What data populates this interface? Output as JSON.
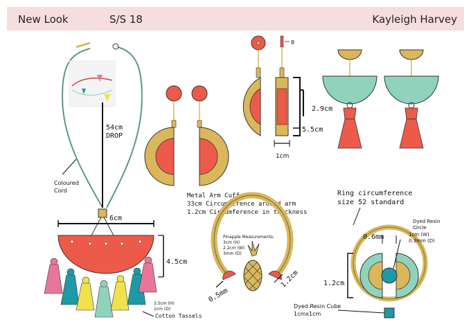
{
  "header": {
    "brand": "New Look",
    "season": "S/S 18",
    "designer": "Kayleigh Harvey"
  },
  "necklace": {
    "drop_label": "54cm",
    "drop_label_2": "DROP",
    "cord_label": "Coloured",
    "cord_label_2": "Cord",
    "width_label": "6cm",
    "height_label": "4.5cm",
    "tassel_dim_1": "3.5cm (H)",
    "tassel_dim_2": "1cm (D)",
    "tassel_label": "Cotton Tassels"
  },
  "earrings": {
    "stud_label": "8",
    "height_top": "2.9cm",
    "height_bottom": "5.5cm",
    "width_label": "1cm"
  },
  "cuff": {
    "title_1": "Metal Arm Cuff",
    "title_2": "33cm Circumference around arm",
    "title_3": "1.2cm Circumference in thickness",
    "pineapple_title": "Pinapple Measurements-",
    "pineapple_h": "3cm (H)",
    "pineapple_w": "2.2cm (W)",
    "pineapple_d": "3mm (D)",
    "end_width": "0.5mm",
    "end_height": "1.2cm"
  },
  "ring": {
    "title_1": "Ring circumference",
    "title_2": "size 52 standard",
    "gap_label": "0.6mm",
    "circle_title_1": "Dyed Resin",
    "circle_title_2": "Circle",
    "circle_w": "1cm (W)",
    "circle_d": "0.3mm (D)",
    "height_label": "1.2cm",
    "cube_title": "Dyed Resin Cube",
    "cube_size": "1cmx1cm"
  },
  "colors": {
    "header_bg": "#f6dede",
    "coral": "#ee5a4a",
    "gold": "#d9b75a",
    "mint": "#8fd3bd",
    "teal": "#1e9aa6",
    "pink": "#e8769a",
    "yellow": "#efe24a"
  }
}
